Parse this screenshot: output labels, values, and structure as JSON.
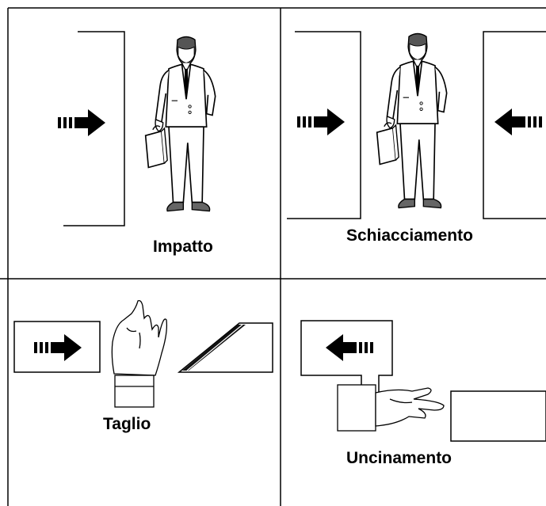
{
  "panels": [
    {
      "id": "impatto",
      "caption": "Impatto"
    },
    {
      "id": "schiacciamento",
      "caption": "Schiacciamento"
    },
    {
      "id": "taglio",
      "caption": "Taglio"
    },
    {
      "id": "uncinamento",
      "caption": "Uncinamento"
    }
  ],
  "colors": {
    "line": "#000000",
    "background": "#ffffff",
    "shoe": "#666666",
    "hair": "#555555",
    "blade_dark": "#111111"
  },
  "icons": [
    "arrow-right-icon",
    "arrow-left-icon",
    "businessman-icon",
    "raised-hand-icon",
    "reaching-hand-icon",
    "blade-icon"
  ]
}
